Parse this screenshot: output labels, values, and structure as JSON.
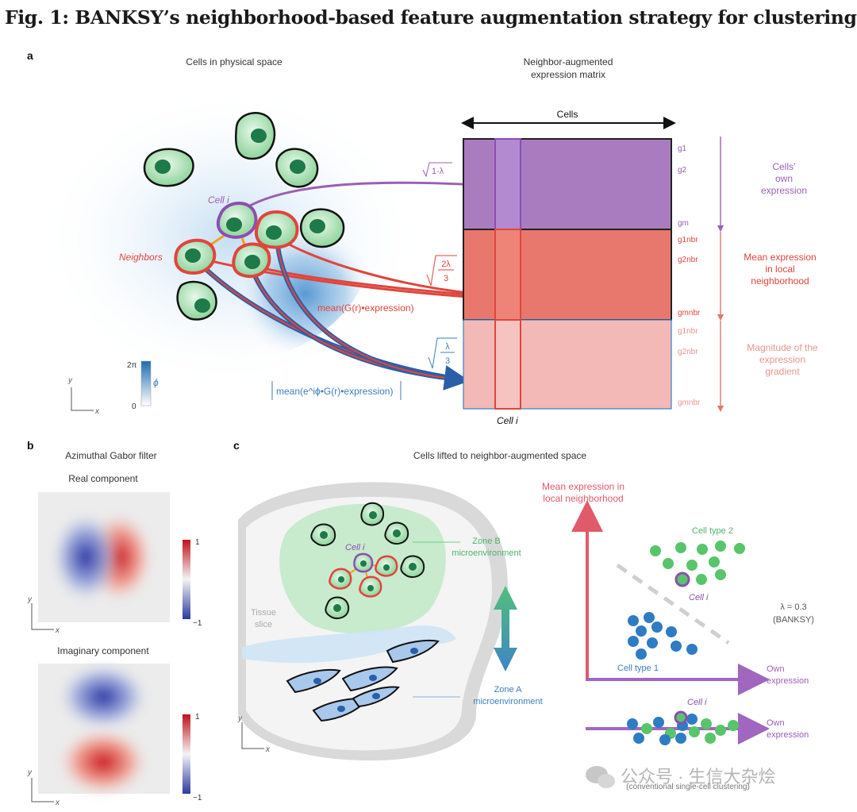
{
  "figure": {
    "title": "Fig. 1: BANKSY’s neighborhood-based feature augmentation strategy for clustering."
  },
  "panel_a": {
    "letter": "a",
    "physical_space_title": "Cells in physical space",
    "matrix_title_line1": "Neighbor-augmented",
    "matrix_title_line2": "expression matrix",
    "cells_axis_label": "Cells",
    "cell_i_label": "Cell i",
    "neighbors_label": "Neighbors",
    "coef_own": "1-λ",
    "coef_mean_num": "2λ",
    "coef_mean_den": "3",
    "coef_grad_num": "λ",
    "coef_grad_den": "3",
    "mean_expression_formula": "mean(G(r)•expression)",
    "gradient_formula": "mean(e^iϕ•G(r)•expression)",
    "phi_label": "ϕ",
    "phi_max": "2π",
    "phi_min": "0",
    "axis_y": "y",
    "axis_x": "x",
    "row_labels": {
      "own": [
        "g1",
        "g2",
        "gm"
      ],
      "mean": [
        "g1nbr",
        "g2nbr",
        "gmnbr"
      ],
      "grad": [
        "g1nbr",
        "g2nbr",
        "gmnbr"
      ]
    },
    "section_labels": {
      "own": [
        "Cells’",
        "own",
        "expression"
      ],
      "mean": [
        "Mean expression",
        "in local",
        "neighborhood"
      ],
      "grad": [
        "Magnitude of the",
        "expression",
        "gradient"
      ]
    },
    "matrix_cell_label": "Cell i",
    "colors": {
      "own": "#a97cc0",
      "mean": "#e8776d",
      "grad": "#f3b9b6",
      "purple": "#9b5fb5",
      "red": "#e0453c",
      "blue": "#3a7fc0"
    }
  },
  "panel_b": {
    "letter": "b",
    "title": "Azimuthal Gabor filter",
    "real_title": "Real component",
    "imag_title": "Imaginary component",
    "colorbar_max": "1",
    "colorbar_min": "−1",
    "axis_y": "y",
    "axis_x": "x"
  },
  "panel_c": {
    "letter": "c",
    "title": "Cells lifted to neighbor-augmented space",
    "zone_b_line1": "Zone B",
    "zone_b_line2": "microenvironment",
    "zone_a_line1": "Zone A",
    "zone_a_line2": "microenvironment",
    "tissue_line1": "Tissue",
    "tissue_line2": "slice",
    "cell_i_label": "Cell i",
    "y_axis_line1": "Mean expression in",
    "y_axis_line2": "local neighborhood",
    "x_axis_line1": "Own",
    "x_axis_line2": "expression",
    "cell_type_2": "Cell type 2",
    "cell_type_1": "Cell type 1",
    "lambda_line1": "λ = 0.3",
    "lambda_line2": "(BANKSY)",
    "bottom_cell_i": "Cell i",
    "bottom_own_line1": "Own",
    "bottom_own_line2": "expression",
    "conventional": "(conventional single-cell clustering)",
    "axis_y": "y",
    "axis_x": "x"
  },
  "watermark": {
    "text": "公众号 · 生信大杂烩"
  }
}
